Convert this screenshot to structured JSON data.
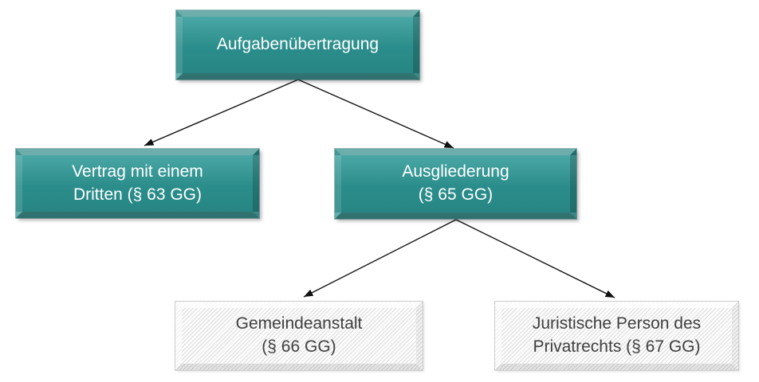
{
  "diagram": {
    "nodes": {
      "root": {
        "id": "root",
        "label": "Aufgabenübertragung",
        "style": "teal"
      },
      "vertrag": {
        "id": "vertrag",
        "label": "Vertrag mit einem\nDritten (§ 63 GG)",
        "style": "teal"
      },
      "ausgliederung": {
        "id": "ausgliederung",
        "label": "Ausgliederung\n(§ 65 GG)",
        "style": "teal"
      },
      "gemeindeanstalt": {
        "id": "gemeindeanstalt",
        "label": "Gemeindeanstalt\n(§ 66 GG)",
        "style": "hatched"
      },
      "juristische": {
        "id": "juristische",
        "label": "Juristische Person des\nPrivatrechts (§ 67 GG)",
        "style": "hatched"
      }
    },
    "edges": [
      {
        "from": "root",
        "to": "vertrag"
      },
      {
        "from": "root",
        "to": "ausgliederung"
      },
      {
        "from": "ausgliederung",
        "to": "gemeindeanstalt"
      },
      {
        "from": "ausgliederung",
        "to": "juristische"
      }
    ],
    "colors": {
      "teal_fill": "#2b8d8b",
      "teal_fill_light": "#4aa7a5",
      "teal_text": "#ffffff",
      "hatch_line": "#dadada",
      "hatch_base": "#fdfdfd",
      "hatch_text": "#3f3f3f",
      "arrow": "#111111",
      "background": "#ffffff"
    }
  }
}
